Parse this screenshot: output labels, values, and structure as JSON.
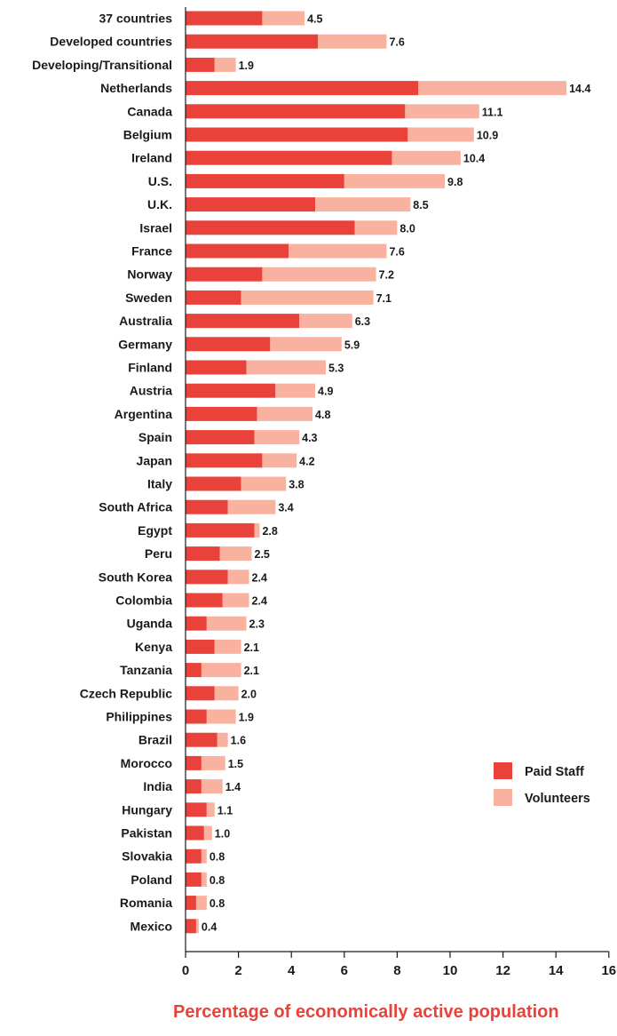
{
  "chart_data": {
    "type": "bar",
    "orientation": "horizontal",
    "stacked": true,
    "categories": [
      "37 countries",
      "Developed countries",
      "Developing/Transitional",
      "Netherlands",
      "Canada",
      "Belgium",
      "Ireland",
      "U.S.",
      "U.K.",
      "Israel",
      "France",
      "Norway",
      "Sweden",
      "Australia",
      "Germany",
      "Finland",
      "Austria",
      "Argentina",
      "Spain",
      "Japan",
      "Italy",
      "South Africa",
      "Egypt",
      "Peru",
      "South Korea",
      "Colombia",
      "Uganda",
      "Kenya",
      "Tanzania",
      "Czech Republic",
      "Philippines",
      "Brazil",
      "Morocco",
      "India",
      "Hungary",
      "Pakistan",
      "Slovakia",
      "Poland",
      "Romania",
      "Mexico"
    ],
    "series": [
      {
        "name": "Paid Staff",
        "color": "#e8423a",
        "values": [
          2.9,
          5.0,
          1.1,
          8.8,
          8.3,
          8.4,
          7.8,
          6.0,
          4.9,
          6.4,
          3.9,
          2.9,
          2.1,
          4.3,
          3.2,
          2.3,
          3.4,
          2.7,
          2.6,
          2.9,
          2.1,
          1.6,
          2.6,
          1.3,
          1.6,
          1.4,
          0.8,
          1.1,
          0.6,
          1.1,
          0.8,
          1.2,
          0.6,
          0.6,
          0.8,
          0.7,
          0.6,
          0.6,
          0.4,
          0.4
        ]
      },
      {
        "name": "Volunteers",
        "color": "#f9b29f",
        "values": [
          1.6,
          2.6,
          0.8,
          5.6,
          2.8,
          2.5,
          2.6,
          3.8,
          3.6,
          1.6,
          3.7,
          4.3,
          5.0,
          2.0,
          2.7,
          3.0,
          1.5,
          2.1,
          1.7,
          1.3,
          1.7,
          1.8,
          0.2,
          1.2,
          0.8,
          1.0,
          1.5,
          1.0,
          1.5,
          0.9,
          1.1,
          0.4,
          0.9,
          0.8,
          0.3,
          0.3,
          0.2,
          0.2,
          0.4,
          0.1
        ]
      }
    ],
    "totals": [
      "4.5",
      "7.6",
      "1.9",
      "14.4",
      "11.1",
      "10.9",
      "10.4",
      "9.8",
      "8.5",
      "8.0",
      "7.6",
      "7.2",
      "7.1",
      "6.3",
      "5.9",
      "5.3",
      "4.9",
      "4.8",
      "4.3",
      "4.2",
      "3.8",
      "3.4",
      "2.8",
      "2.5",
      "2.4",
      "2.4",
      "2.3",
      "2.1",
      "2.1",
      "2.0",
      "1.9",
      "1.6",
      "1.5",
      "1.4",
      "1.1",
      "1.0",
      "0.8",
      "0.8",
      "0.8",
      "0.4"
    ],
    "xlim": [
      0,
      16
    ],
    "xticks": [
      "0",
      "2",
      "4",
      "6",
      "8",
      "10",
      "12",
      "14",
      "16"
    ],
    "grid": false,
    "legend_position": "bottom-right",
    "xlabel": "Percentage of economically active population"
  }
}
